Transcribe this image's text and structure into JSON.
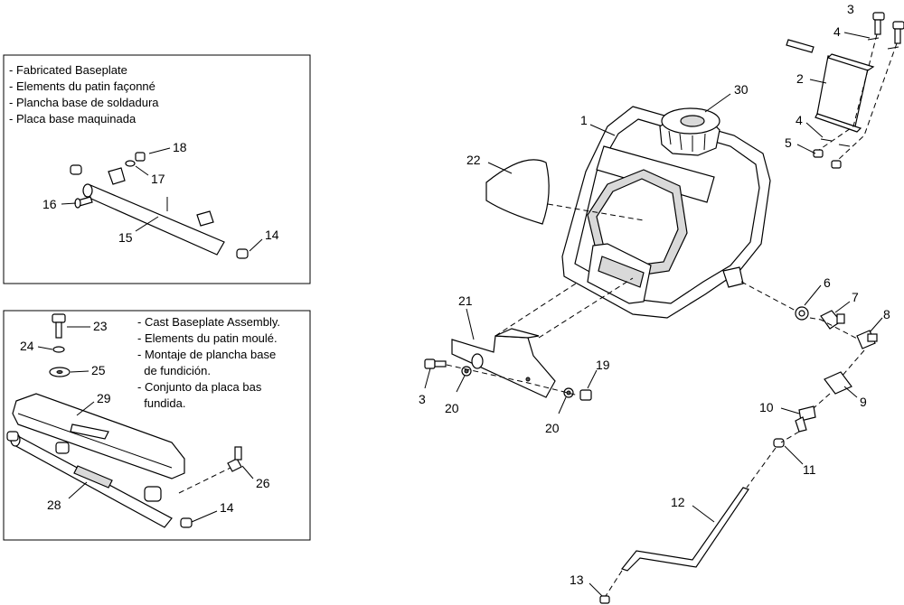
{
  "box_fabricated": {
    "notes": [
      "- Fabricated Baseplate",
      "- Elements du patin façonné",
      "- Plancha  base de soldadura",
      "- Placa base maquinada"
    ]
  },
  "box_cast": {
    "notes": [
      "- Cast Baseplate Assembly.",
      "- Elements du patin moulé.",
      "- Montaje de plancha base",
      "  de fundición.",
      "- Conjunto da placa bas",
      "  fundida."
    ]
  },
  "callouts": {
    "c1": "1",
    "c2": "2",
    "c3a": "3",
    "c3b": "3",
    "c4a": "4",
    "c4b": "4",
    "c5": "5",
    "c6": "6",
    "c7": "7",
    "c8": "8",
    "c9": "9",
    "c10": "10",
    "c11": "11",
    "c12": "12",
    "c13": "13",
    "c14a": "14",
    "c14b": "14",
    "c15": "15",
    "c16": "16",
    "c17": "17",
    "c18": "18",
    "c19": "19",
    "c20a": "20",
    "c20b": "20",
    "c21": "21",
    "c22": "22",
    "c23": "23",
    "c24": "24",
    "c25": "25",
    "c26": "26",
    "c28": "28",
    "c29": "29",
    "c30": "30"
  }
}
